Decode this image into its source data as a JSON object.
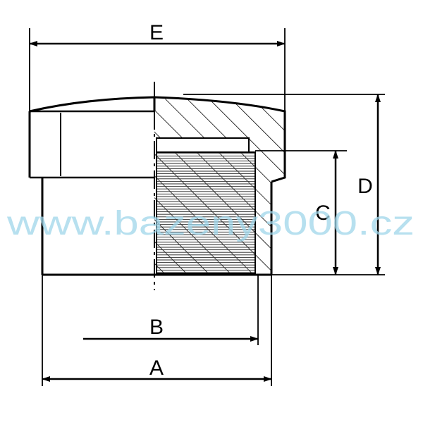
{
  "labels": {
    "E": "E",
    "D": "D",
    "C": "C",
    "B": "B",
    "A": "A"
  },
  "watermark": "www.bazeny3000.cz",
  "colors": {
    "line": "#000000",
    "background": "#ffffff",
    "watermark": "#9fd6ea"
  }
}
